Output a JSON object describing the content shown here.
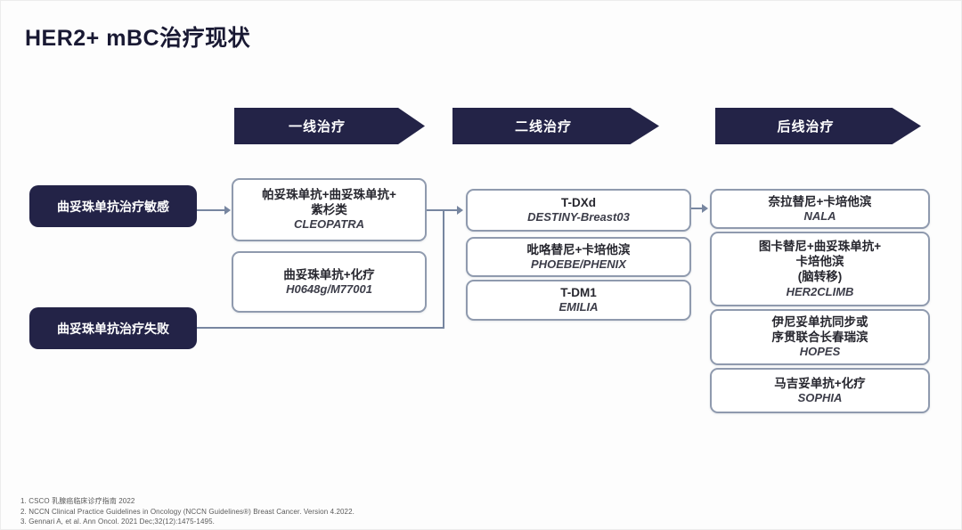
{
  "title": "HER2+ mBC治疗现状",
  "colors": {
    "navy_dark": "#232347",
    "connector_line": "#7786a0",
    "box_border": "#8f9aae",
    "background": "#fdfdfd"
  },
  "stage_headers": [
    {
      "label": "一线治疗"
    },
    {
      "label": "二线治疗"
    },
    {
      "label": "后线治疗"
    }
  ],
  "patient_groups": [
    {
      "label": "曲妥珠单抗治疗敏感"
    },
    {
      "label": "曲妥珠单抗治疗失败"
    }
  ],
  "first_line": {
    "box1": {
      "line1": "帕妥珠单抗+曲妥珠单抗+",
      "line2": "紫杉类",
      "trial": "CLEOPATRA"
    },
    "box2": {
      "line1": "曲妥珠单抗+化疗",
      "trial": "H0648g/M77001"
    }
  },
  "second_line": {
    "box1": {
      "line1": "T-DXd",
      "trial": "DESTINY-Breast03"
    },
    "box2": {
      "line1": "吡咯替尼+卡培他滨",
      "trial": "PHOEBE/PHENIX"
    },
    "box3": {
      "line1": "T-DM1",
      "trial": "EMILIA"
    }
  },
  "later_line": {
    "box1": {
      "line1": "奈拉替尼+卡培他滨",
      "trial": "NALA"
    },
    "box2": {
      "line1": "图卡替尼+曲妥珠单抗+",
      "line2": "卡培他滨",
      "line3": "(脑转移)",
      "trial": "HER2CLIMB"
    },
    "box3": {
      "line1": "伊尼妥单抗同步或",
      "line2": "序贯联合长春瑞滨",
      "trial": "HOPES"
    },
    "box4": {
      "line1": "马吉妥单抗+化疗",
      "trial": "SOPHIA"
    }
  },
  "footnotes": [
    "1.  CSCO 乳腺癌临床诊疗指南 2022",
    "2.  NCCN Clinical Practice Guidelines in Oncology (NCCN Guidelines®) Breast Cancer. Version 4.2022.",
    "3.  Gennari A, et al. Ann Oncol. 2021 Dec;32(12):1475-1495."
  ]
}
